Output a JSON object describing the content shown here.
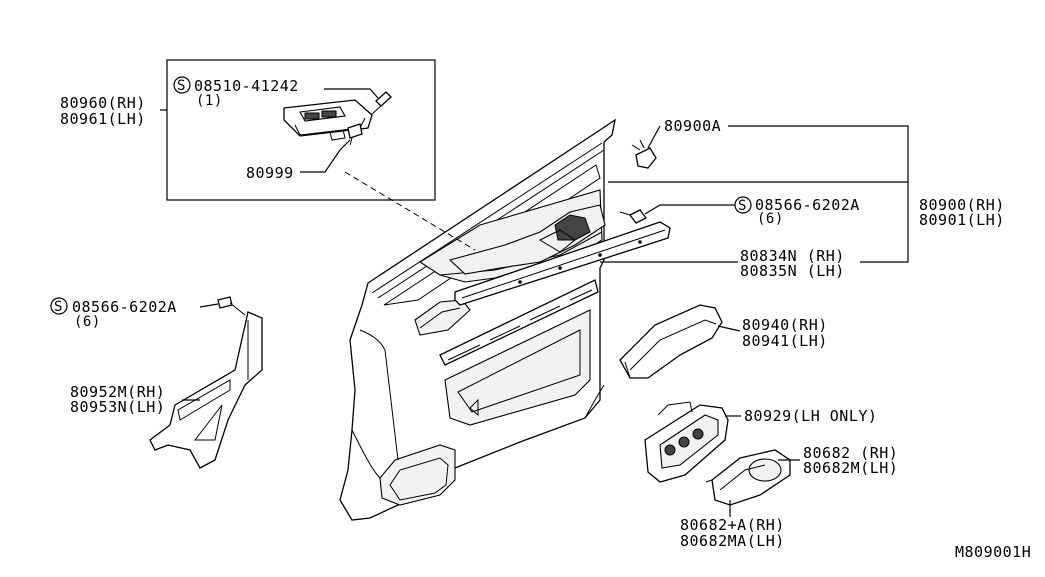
{
  "labels": {
    "p08510": "08510-41242",
    "p08510_qty": "(1)",
    "p80960": "80960(RH)",
    "p80961": "80961(LH)",
    "p80999": "80999",
    "p80900A": "80900A",
    "p08566a": "08566-6202A",
    "p08566a_qty": "(6)",
    "p80900": "80900(RH)",
    "p80901": "80901(LH)",
    "p80834N": "80834N (RH)",
    "p80835N": "80835N (LH)",
    "p08566b": "08566-6202A",
    "p08566b_qty": "(6)",
    "p80952M": "80952M(RH)",
    "p80953N": "80953N(LH)",
    "p80940": "80940(RH)",
    "p80941": "80941(LH)",
    "p80929": "80929(LH ONLY)",
    "p80682": "80682 (RH)",
    "p80682M": "80682M(LH)",
    "p80682A": "80682+A(RH)",
    "p80682MA": "80682MA(LH)",
    "screw_symbol": "S",
    "figure_code": "M809001H"
  }
}
